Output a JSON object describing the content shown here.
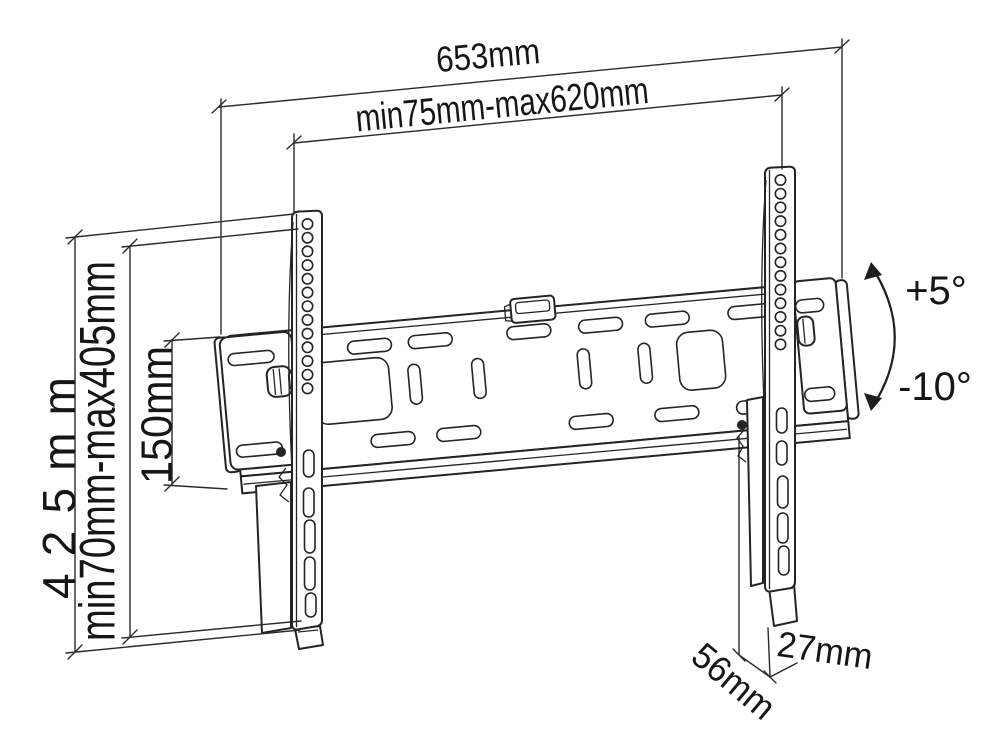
{
  "canvas": {
    "background": "#ffffff",
    "line_color": "#242424"
  },
  "dimensions": {
    "overall_width": "653mm",
    "mount_width_range": "min75mm-max620mm",
    "overall_height": "425mm",
    "mount_height_range": "min70mm-max405mm",
    "rail_lower_section": "150mm",
    "tilt_up": "+5°",
    "tilt_down": "-10°",
    "depth_total": "56mm",
    "depth_plate": "27mm"
  }
}
